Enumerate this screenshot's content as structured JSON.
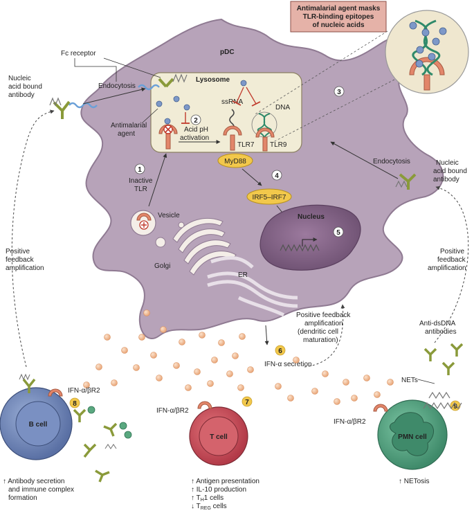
{
  "header_box": {
    "line1": "Antimalarial agent masks",
    "line2": "TLR-binding epitopes",
    "line3": "of nucleic acids"
  },
  "cell": {
    "pdc": "pDC",
    "lysosome": "Lysosome",
    "fc_receptor": "Fc receptor",
    "endocytosis_left": "Endocytosis",
    "endocytosis_right": "Endocytosis",
    "nucleic_left_1": "Nucleic",
    "nucleic_left_2": "acid bound",
    "nucleic_left_3": "antibody",
    "nucleic_right_1": "Nucleic",
    "nucleic_right_2": "acid bound",
    "nucleic_right_3": "antibody",
    "antimalarial_1": "Antimalarial",
    "antimalarial_2": "agent",
    "acid_ph_1": "Acid pH",
    "acid_ph_2": "activation",
    "ssrna": "ssRNA",
    "dna": "DNA",
    "tlr7": "TLR7",
    "tlr9": "TLR9",
    "myd88": "MyD88",
    "irf": "IRF5–IRF7",
    "nucleus": "Nucleus",
    "inactive_1": "Inactive",
    "inactive_2": "TLR",
    "vesicle": "Vesicle",
    "golgi": "Golgi",
    "er": "ER"
  },
  "steps": {
    "s1": "1",
    "s2": "2",
    "s3": "3",
    "s4": "4",
    "s5": "5",
    "s6": "6",
    "s7": "7",
    "s8": "8",
    "s9": "9"
  },
  "feedback": {
    "left_1": "Positive",
    "left_2": "feedback",
    "left_3": "amplification",
    "right_1": "Positive",
    "right_2": "feedback",
    "right_3": "amplification",
    "mid_1": "Positive feedback",
    "mid_2": "amplification",
    "mid_3": "(dendritic cell",
    "mid_4": "maturation)"
  },
  "ifn_secretion": "IFN-α secretion",
  "b_cell": {
    "label": "B cell",
    "receptor": "IFN-α/βR2",
    "out_1": "↑ Antibody secretion",
    "out_2": "and immune complex",
    "out_3": "formation"
  },
  "t_cell": {
    "label": "T cell",
    "receptor": "IFN-α/βR2",
    "out_1": "↑ Antigen presentation",
    "out_2": "↑ IL-10 production",
    "out_3": "↑ T",
    "out_3_sub": "H",
    "out_3_end": "1 cells",
    "out_4": "↓ T",
    "out_4_sub": "REG",
    "out_4_end": " cells"
  },
  "pmn_cell": {
    "label": "PMN cell",
    "receptor": "IFN-α/βR2",
    "anti_1": "Anti-dsDNA",
    "anti_2": "antibodies",
    "nets": "NETs",
    "out_1": "↑ NETosis"
  },
  "colors": {
    "cell_fill": "#b7a3b9",
    "cell_stroke": "#8f7a92",
    "lysosome_fill": "#f1ecd6",
    "box_fill": "#e5b2a8",
    "tlr": "#e2866a",
    "yellow": "#f2c84b",
    "ifn_dot": "#f3c39c",
    "b_cell": "#6f86b8",
    "t_cell": "#c8505a",
    "pmn_cell": "#52a080"
  }
}
